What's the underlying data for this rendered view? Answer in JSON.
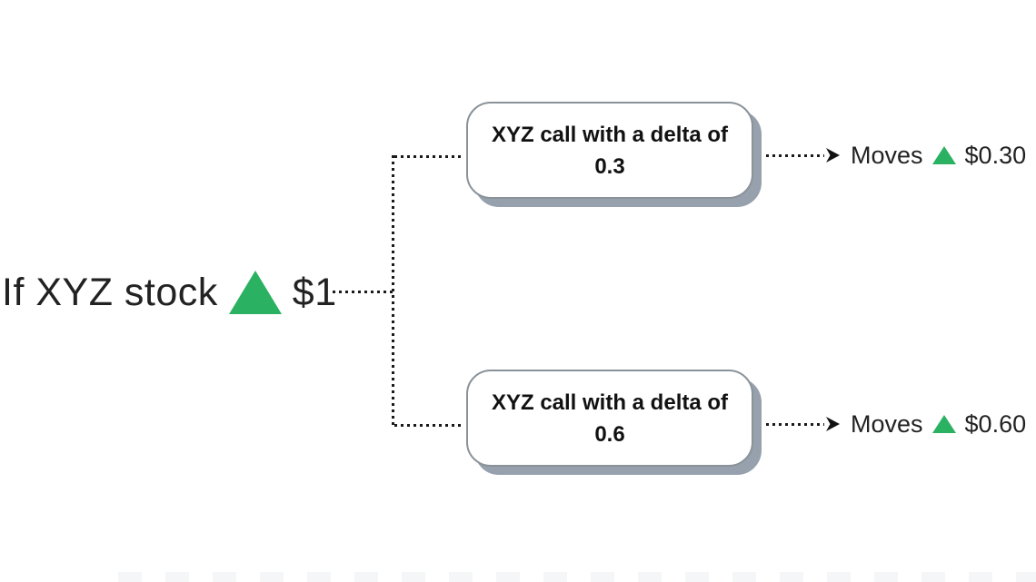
{
  "diagram": {
    "title_semantic": "Option delta example flowchart",
    "root": {
      "text_before": "If XYZ stock",
      "text_after": "$1",
      "icon": "up-triangle-icon"
    },
    "branches": [
      {
        "node_line1": "XYZ call with a delta of",
        "node_value": "0.3",
        "outcome_label": "Moves",
        "outcome_icon": "up-triangle-icon",
        "outcome_value": "$0.30"
      },
      {
        "node_line1": "XYZ call with a delta of",
        "node_value": "0.6",
        "outcome_label": "Moves",
        "outcome_icon": "up-triangle-icon",
        "outcome_value": "$0.60"
      }
    ],
    "colors": {
      "green": "#2BB162",
      "box_border": "#8A9299",
      "box_shadow": "#96A1AD",
      "connector": "#1A1A1A",
      "text_dark": "#1F1F1F"
    }
  }
}
